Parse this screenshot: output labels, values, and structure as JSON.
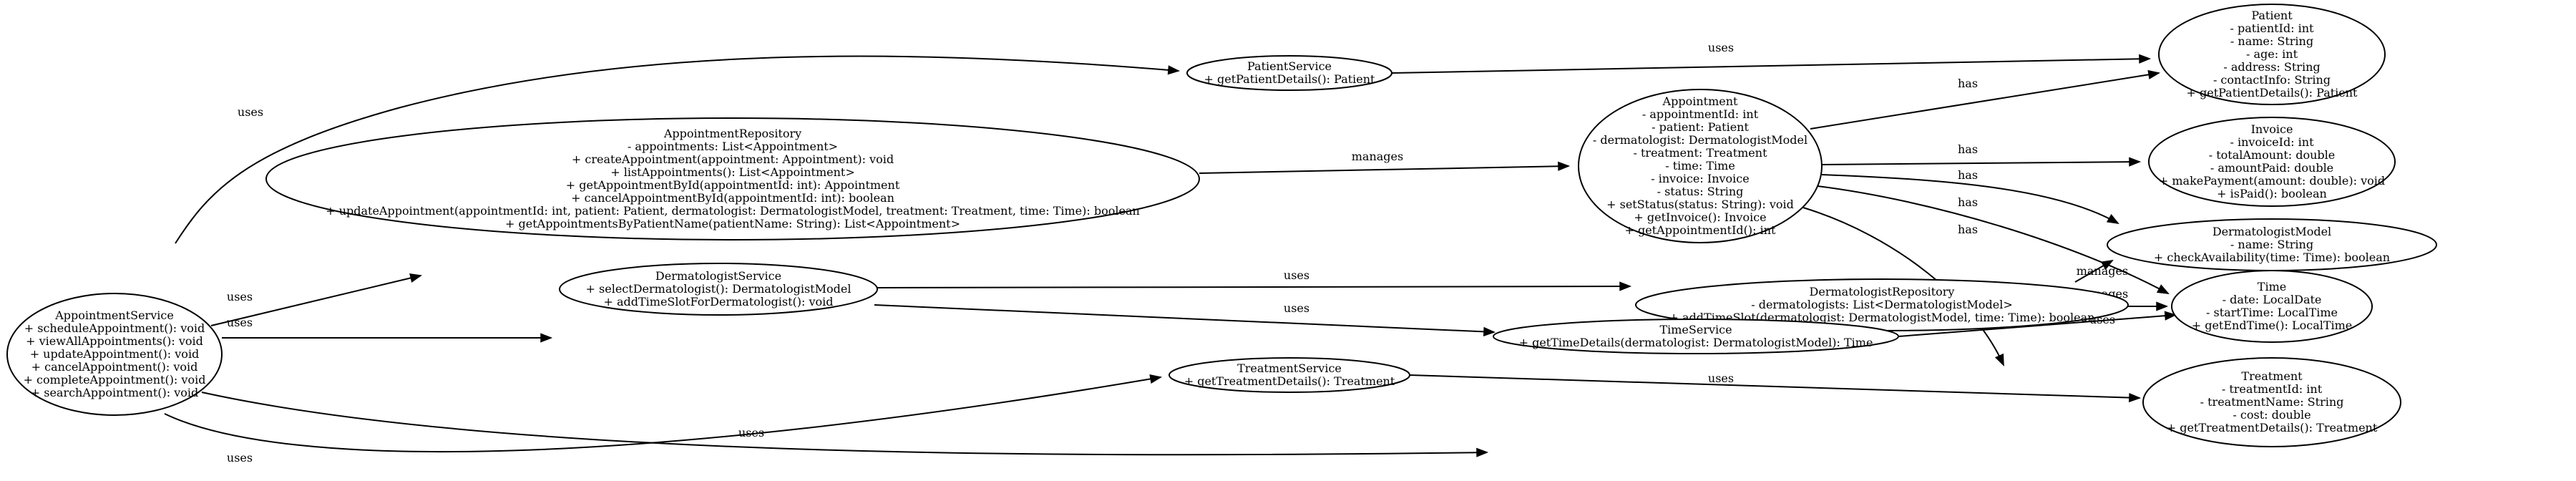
{
  "diagram": {
    "nodes": [
      {
        "id": "appointment_service",
        "lines": [
          "AppointmentService",
          "+ scheduleAppointment(): void",
          "+ viewAllAppointments(): void",
          "+ updateAppointment(): void",
          "+ cancelAppointment(): void",
          "+ completeAppointment(): void",
          "+ searchAppointment(): void"
        ]
      },
      {
        "id": "patient_service",
        "lines": [
          "PatientService",
          "+ getPatientDetails(): Patient"
        ]
      },
      {
        "id": "appointment_repository",
        "lines": [
          "AppointmentRepository",
          "- appointments: List<Appointment>",
          "+ createAppointment(appointment: Appointment): void",
          "+ listAppointments(): List<Appointment>",
          "+ getAppointmentById(appointmentId: int): Appointment",
          "+ cancelAppointmentById(appointmentId: int): boolean",
          "+ updateAppointment(appointmentId: int, patient: Patient, dermatologist: DermatologistModel, treatment: Treatment, time: Time): boolean",
          "+ getAppointmentsByPatientName(patientName: String): List<Appointment>"
        ]
      },
      {
        "id": "dermatologist_service",
        "lines": [
          "DermatologistService",
          "+ selectDermatologist(): DermatologistModel",
          "+ addTimeSlotForDermatologist(): void"
        ]
      },
      {
        "id": "treatment_service",
        "lines": [
          "TreatmentService",
          "+ getTreatmentDetails(): Treatment"
        ]
      },
      {
        "id": "appointment",
        "lines": [
          "Appointment",
          "- appointmentId: int",
          "- patient: Patient",
          "- dermatologist: DermatologistModel",
          "- treatment: Treatment",
          "- time: Time",
          "- invoice: Invoice",
          "- status: String",
          "+ setStatus(status: String): void",
          "+ getInvoice(): Invoice",
          "+ getAppointmentId(): int"
        ]
      },
      {
        "id": "dermatologist_repository",
        "lines": [
          "DermatologistRepository",
          "- dermatologists: List<DermatologistModel>",
          "+ addTimeSlot(dermatologist: DermatologistModel, time: Time): boolean"
        ]
      },
      {
        "id": "time_service",
        "lines": [
          "TimeService",
          "+ getTimeDetails(dermatologist: DermatologistModel): Time"
        ]
      },
      {
        "id": "patient",
        "lines": [
          "Patient",
          "- patientId: int",
          "- name: String",
          "- age: int",
          "- address: String",
          "- contactInfo: String",
          "+ getPatientDetails(): Patient"
        ]
      },
      {
        "id": "invoice",
        "lines": [
          "Invoice",
          "- invoiceId: int",
          "- totalAmount: double",
          "- amountPaid: double",
          "+ makePayment(amount: double): void",
          "+ isPaid(): boolean"
        ]
      },
      {
        "id": "dermatologist_model",
        "lines": [
          "DermatologistModel",
          "- name: String",
          "+ checkAvailability(time: Time): boolean"
        ]
      },
      {
        "id": "time",
        "lines": [
          "Time",
          "- date: LocalDate",
          "- startTime: LocalTime",
          "+ getEndTime(): LocalTime"
        ]
      },
      {
        "id": "treatment",
        "lines": [
          "Treatment",
          "- treatmentId: int",
          "- treatmentName: String",
          "- cost: double",
          "+ getTreatmentDetails(): Treatment"
        ]
      }
    ],
    "edges": [
      {
        "id": "as_to_patient_service",
        "from": "appointment_service",
        "to": "patient_service",
        "label": "uses"
      },
      {
        "id": "as_to_appointment_repository",
        "from": "appointment_service",
        "to": "appointment_repository",
        "label": "uses"
      },
      {
        "id": "as_to_dermatologist_service",
        "from": "appointment_service",
        "to": "dermatologist_service",
        "label": "uses"
      },
      {
        "id": "as_to_time_service",
        "from": "appointment_service",
        "to": "time_service",
        "label": "uses"
      },
      {
        "id": "as_to_treatment_service",
        "from": "appointment_service",
        "to": "treatment_service",
        "label": "uses"
      },
      {
        "id": "ps_to_patient",
        "from": "patient_service",
        "to": "patient",
        "label": "uses"
      },
      {
        "id": "ar_to_appointment",
        "from": "appointment_repository",
        "to": "appointment",
        "label": "manages"
      },
      {
        "id": "appointment_to_patient",
        "from": "appointment",
        "to": "patient",
        "label": "has"
      },
      {
        "id": "appointment_to_invoice",
        "from": "appointment",
        "to": "invoice",
        "label": "has"
      },
      {
        "id": "appointment_to_dermatologist_model",
        "from": "appointment",
        "to": "dermatologist_model",
        "label": "has"
      },
      {
        "id": "appointment_to_time",
        "from": "appointment",
        "to": "time",
        "label": "has"
      },
      {
        "id": "appointment_to_treatment",
        "from": "appointment",
        "to": "treatment",
        "label": "has"
      },
      {
        "id": "ds_to_dermatologist_repository",
        "from": "dermatologist_service",
        "to": "dermatologist_repository",
        "label": "uses"
      },
      {
        "id": "ds_to_time_service",
        "from": "dermatologist_service",
        "to": "time_service",
        "label": "uses"
      },
      {
        "id": "dr_to_dermatologist_model",
        "from": "dermatologist_repository",
        "to": "dermatologist_model",
        "label": "manages"
      },
      {
        "id": "dr_to_time",
        "from": "dermatologist_repository",
        "to": "time",
        "label": "manages"
      },
      {
        "id": "ts_to_time",
        "from": "time_service",
        "to": "time",
        "label": "uses"
      },
      {
        "id": "trs_to_treatment",
        "from": "treatment_service",
        "to": "treatment",
        "label": "uses"
      }
    ]
  }
}
